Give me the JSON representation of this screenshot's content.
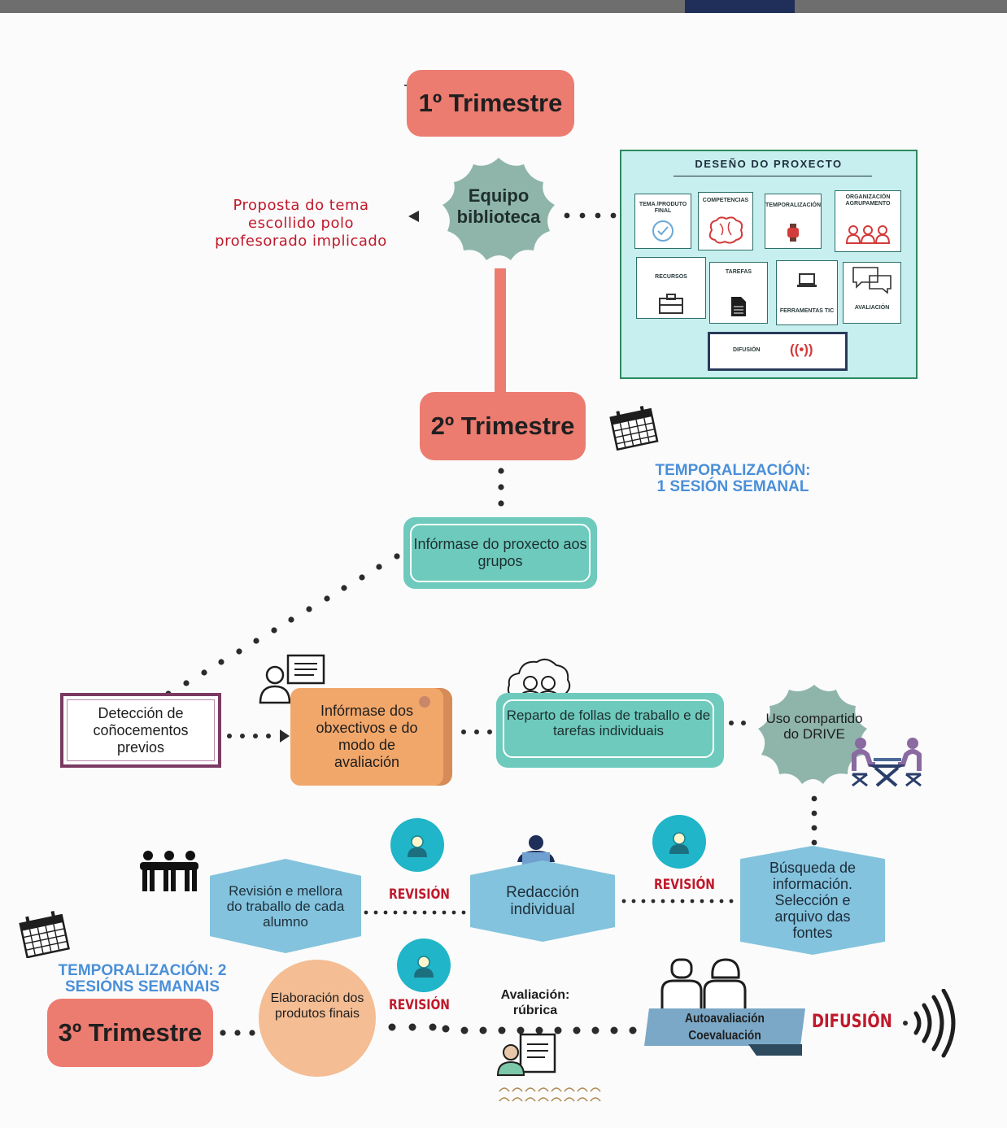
{
  "first_trimester": "1º Trimestre",
  "second_trimester": "2º Trimestre",
  "third_trimester": "3º Trimestre",
  "library_team": "Equipo biblioteca",
  "proposal_text": "Proposta do tema escollido polo profesorado implicado",
  "project_design": {
    "title": "DESEÑO DO PROXECTO",
    "cards": {
      "theme": "TEMA /PRODUTO FINAL",
      "competences": "COMPETENCIAS",
      "timing": "TEMPORALIZACIÓN",
      "organization": "ORGANIZACIÓN AGRUPAMENTO",
      "resources": "RECURSOS",
      "tasks": "TAREFAS",
      "tic_tools": "FERRAMENTAS TIC",
      "evaluation": "AVALIACIÓN",
      "diffusion": "DIFUSIÓN"
    }
  },
  "timing_one": "TEMPORALIZACIÓN:\n1 SESIÓN SEMANAL",
  "inform_groups": "Infórmase do proxecto aos grupos",
  "detection": "Detección de coñocementos previos",
  "inform_objectives": "Infórmase dos obxectivos e do modo de avaliación",
  "worksheets": "Reparto de follas de traballo e de tarefas individuais",
  "drive": "Uso compartido do DRIVE",
  "search_info": "Búsqueda de información. Selección e arquivo das fontes",
  "review_label": "REVISIÓN",
  "individual_writing": "Redacción individual",
  "review_improve": "Revisión e mellora do traballo de cada alumno",
  "timing_two": "TEMPORALIZACIÓN: 2\nSESIÓNS SEMANAIS",
  "final_products": "Elaboración dos produtos finais",
  "rubric": "Avaliación: rúbrica",
  "self_eval": "Autoavaliación",
  "co_eval": "Coevaluación",
  "diffusion_label": "DIFUSIÓN",
  "colors": {
    "salmon": "#ec7b70",
    "teal": "#6dcabd",
    "sage": "#8fb5ab",
    "orange": "#f2a76a",
    "peach": "#f4bd94",
    "light_blue": "#83c3dd",
    "label_red": "#c0192b",
    "label_blue": "#4a8fd8"
  }
}
